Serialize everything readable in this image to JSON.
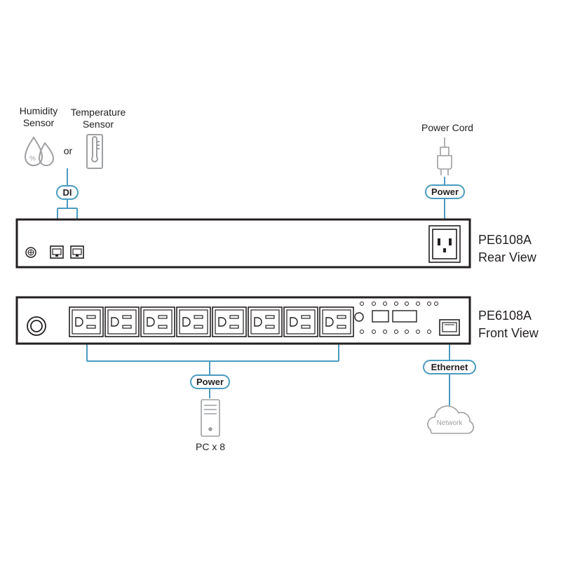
{
  "sensors": {
    "humidity_line1": "Humidity",
    "humidity_line2": "Sensor",
    "temperature_line1": "Temperature",
    "temperature_line2": "Sensor",
    "or_text": "or",
    "di_label": "DI"
  },
  "rear": {
    "power_cord_label": "Power Cord",
    "power_label": "Power",
    "model": "PE6108A",
    "view": "Rear View"
  },
  "front": {
    "model": "PE6108A",
    "view": "Front View",
    "ethernet_label": "Ethernet",
    "network_label": "Network",
    "power_label": "Power",
    "pc_label": "PC x 8",
    "outlet_count": 8
  },
  "colors": {
    "line": "#4a9bbf",
    "device_outline": "#231f20",
    "icon_gray": "#9d9fa2"
  },
  "icons": [
    "humidity-icon",
    "thermometer-icon",
    "power-plug-icon",
    "server-tower-icon",
    "network-cloud-icon"
  ]
}
